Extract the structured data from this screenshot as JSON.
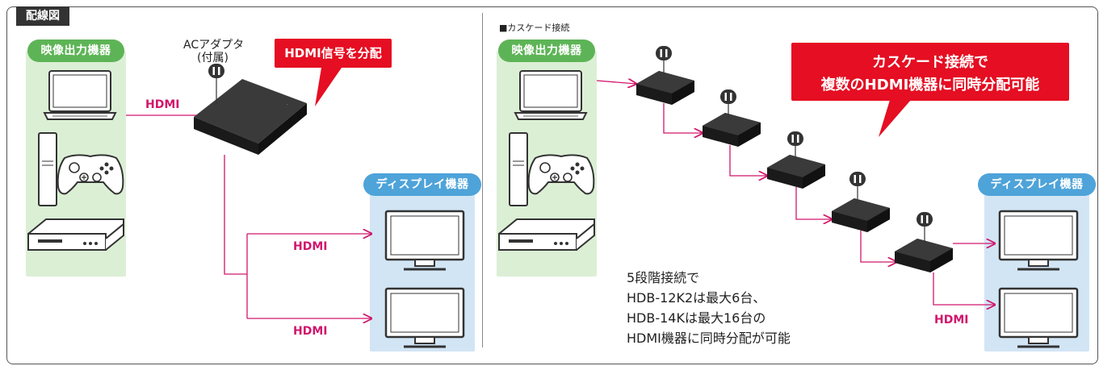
{
  "title": "配線図",
  "left": {
    "source_label": "映像出力機器",
    "display_label": "ディスプレイ機器",
    "adapter_label_1": "ACアダプタ",
    "adapter_label_2": "(付属)",
    "callout": "HDMI信号を分配",
    "hdmi_labels": [
      "HDMI",
      "HDMI",
      "HDMI"
    ]
  },
  "right": {
    "section_title": "■カスケード接続",
    "source_label": "映像出力機器",
    "display_label": "ディスプレイ機器",
    "callout_line1": "カスケード接続で",
    "callout_line2": "複数のHDMI機器に同時分配可能",
    "hdmi_label": "HDMI",
    "note_lines": [
      "5段階接続で",
      "HDB-12K2は最大6台、",
      "HDB-14Kは最大16台の",
      "HDMI機器に同時分配が可能"
    ]
  },
  "colors": {
    "hdmi_line": "#d1166c",
    "callout": "#e50e22",
    "source_panel": "#dbefd5",
    "display_panel": "#d2e5f5"
  },
  "icons": [
    "laptop-icon",
    "game-console-icon",
    "gamepad-icon",
    "recorder-icon",
    "splitter-icon",
    "ac-plug-icon",
    "monitor-icon"
  ]
}
